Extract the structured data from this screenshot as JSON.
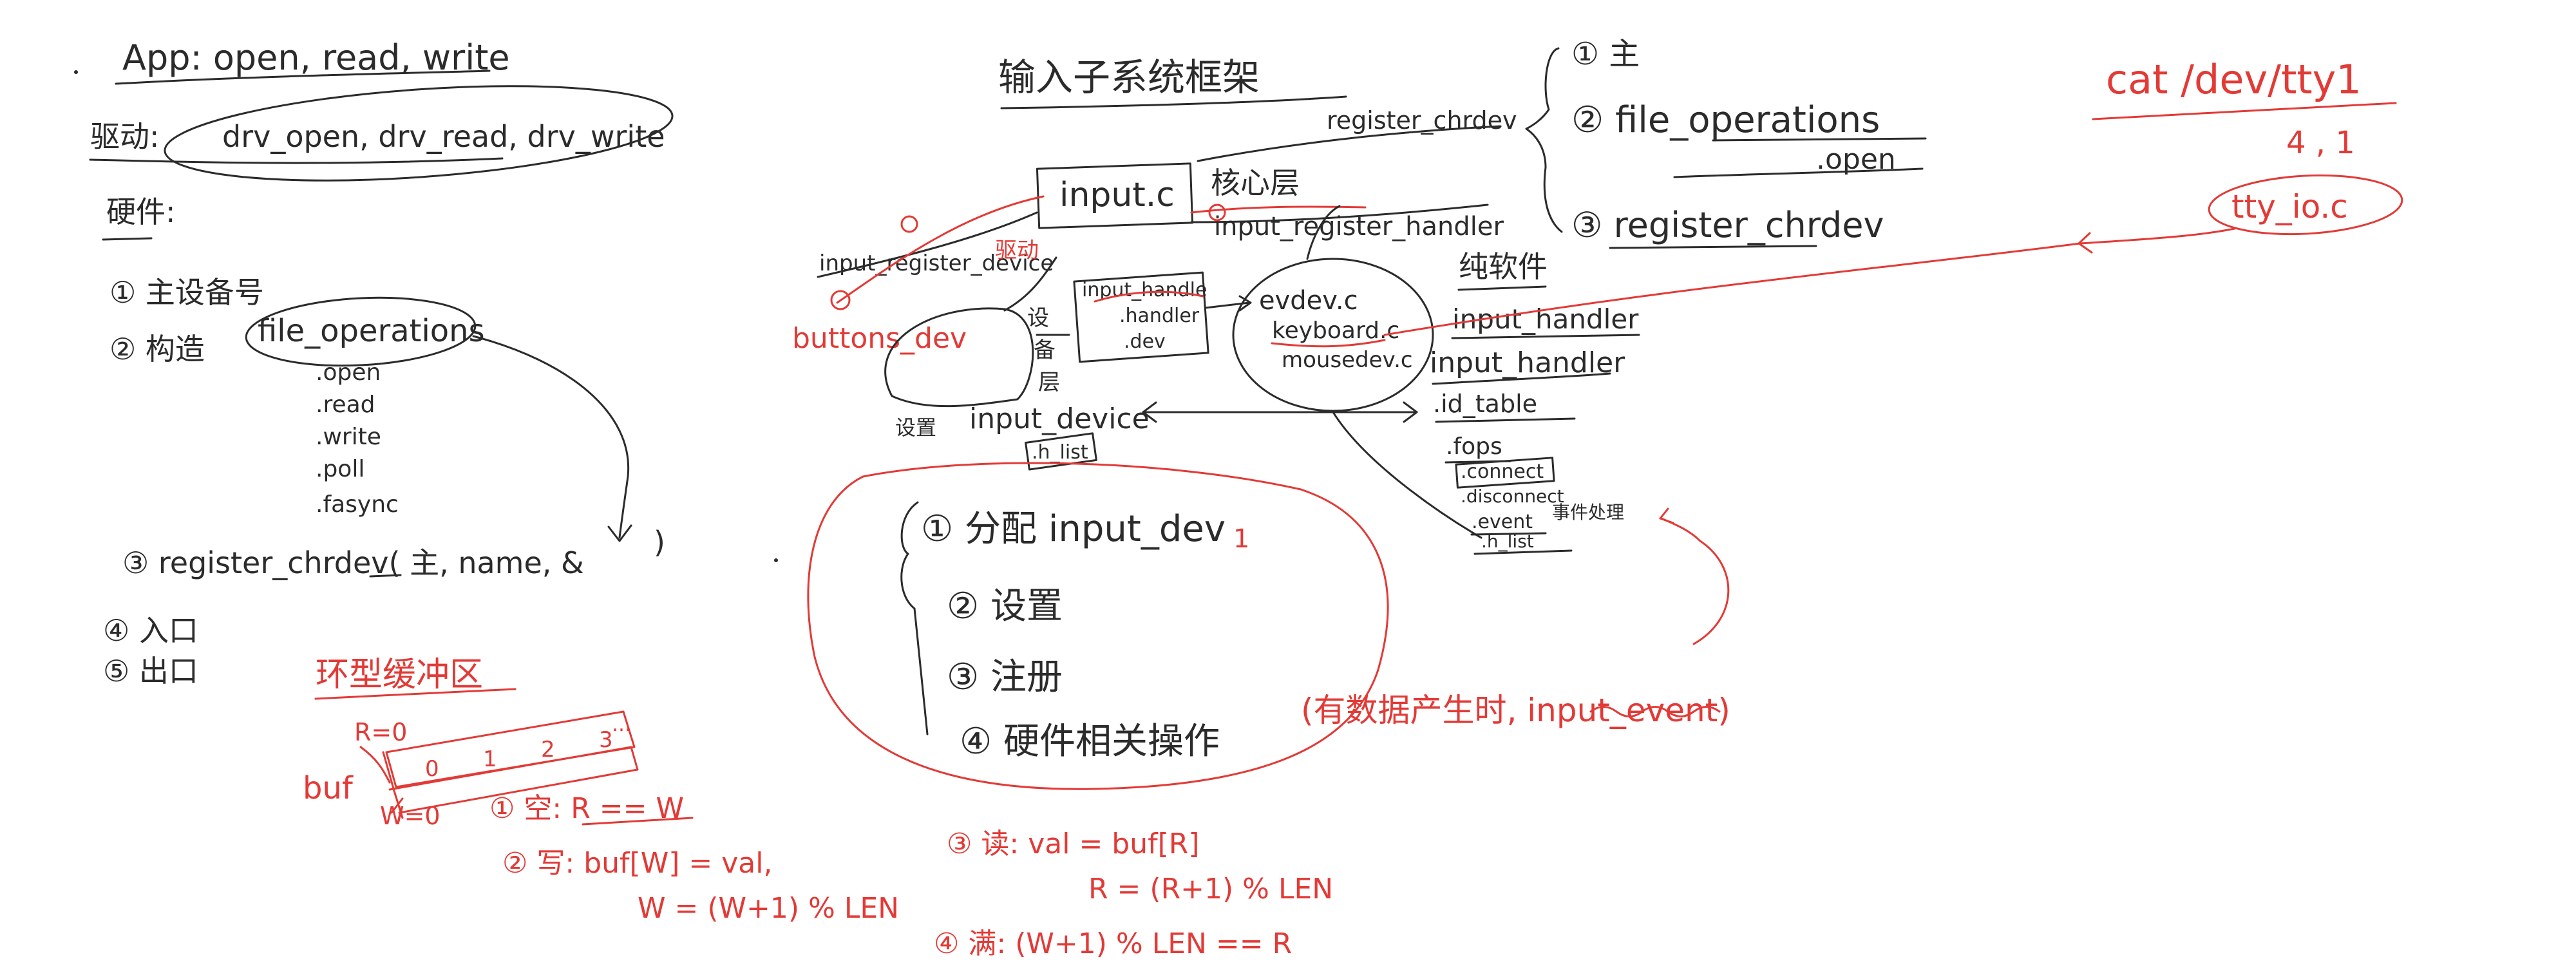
{
  "colors": {
    "ink": "#2b2b2b",
    "red": "#e23a36",
    "background": "#ffffff"
  },
  "left": {
    "app": "App: open, read, write",
    "driver_prefix": "驱动:",
    "driver_funcs": "drv_open, drv_read, drv_write",
    "hardware": "硬件:",
    "step1": "① 主设备号",
    "step2_prefix": "② 构造",
    "file_ops": "file_operations",
    "fops": [
      ".open",
      ".read",
      ".write",
      ".poll",
      ".fasync"
    ],
    "step3": "③ register_chrdev( 主, name, &",
    "step3_close": ")",
    "step4": "④ 入口",
    "step5": "⑤ 出口"
  },
  "ring": {
    "title": "环型缓冲区",
    "r0": "R=0",
    "cells": [
      "0",
      "1",
      "2",
      "3"
    ],
    "dots": "…",
    "buf": "buf",
    "w0": "W=0",
    "empty": "① 空: R == W",
    "write1": "② 写: buf[W] = val,",
    "write2": "W = (W+1) % LEN",
    "read1": "③ 读:  val = buf[R]",
    "read2": "R = (R+1) % LEN",
    "full": "④ 满: (W+1) % LEN == R"
  },
  "center": {
    "title": "输入子系统框架",
    "register_chrdev": "register_chrdev",
    "core_file": "input.c",
    "core_layer": "核心层",
    "input_register_device": "input_register_device",
    "input_register_handler": "input_register_handler",
    "buttons_dev": "buttons_dev",
    "driver_label": "驱动",
    "device_layer": [
      "设",
      "备",
      "层"
    ],
    "handle_lines": [
      "input_handle",
      ".handler",
      ".dev"
    ],
    "handlers": [
      "evdev.c",
      "keyboard.c",
      "mousedev.c"
    ],
    "setup": "设置",
    "input_device": "input_device",
    "h_list": ".h_list",
    "steps": [
      "① 分配 input_dev",
      "② 设置",
      "③ 注册",
      "④ 硬件相关操作"
    ],
    "note": "(有数据产生时, input_event)",
    "one": "1"
  },
  "handler_col": {
    "layer": "纯软件",
    "input_handler_u": "input_handler",
    "input_handler": "input_handler",
    "members": [
      ".id_table",
      ".fops",
      ".connect",
      ".disconnect",
      ".event",
      ".h_list"
    ],
    "event_note": "事件处理"
  },
  "top_right": {
    "items": [
      "① 主",
      "② file_operations",
      ".open",
      "③ register_chrdev"
    ],
    "cat": "cat /dev/tty1",
    "nums": "4 , 1",
    "tty": "tty_io.c"
  }
}
